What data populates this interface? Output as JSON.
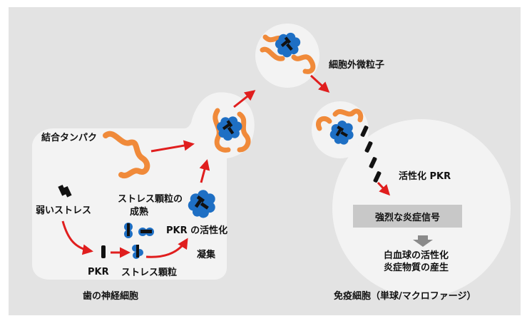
{
  "labels": {
    "binding_protein": "結合タンパク",
    "weak_stress": "弱いストレス",
    "sg_maturation_1": "ストレス顆粒の",
    "sg_maturation_2": "成熟",
    "pkr_activation": "PKR の活性化",
    "pkr": "PKR",
    "aggregation": "凝集",
    "stress_granule": "ストレス顆粒",
    "dental_nerve_cell": "歯の神経細胞",
    "extracellular_particle": "細胞外微粒子",
    "activated_pkr": "活性化 PKR",
    "strong_signal": "強烈な炎症信号",
    "wbc_activation": "白血球の活性化",
    "inflammatory_production": "炎症物質の産生",
    "immune_cell": "免疫細胞（単球/マクロファージ）"
  },
  "colors": {
    "panel": "#e3e3e3",
    "cell": "#f3f3f3",
    "protein": "#f08a3a",
    "pkr_blue": "#1e6fc4",
    "arrow": "#e01e1e",
    "signal_box": "#c8c8c8",
    "down_arrow": "#8a8a8a"
  }
}
